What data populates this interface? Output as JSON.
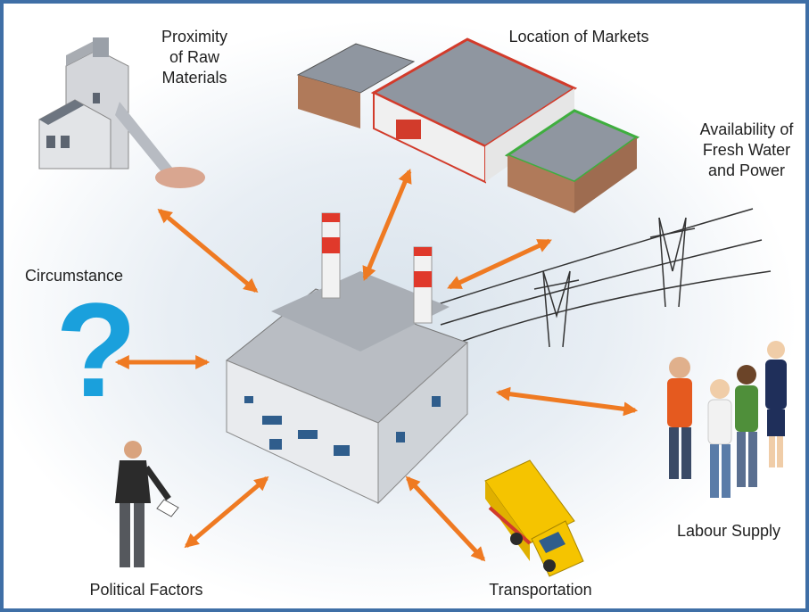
{
  "labels": {
    "raw_materials": [
      "Proximity",
      "of Raw",
      "Materials"
    ],
    "markets": "Location of Markets",
    "water_power": [
      "Availability of",
      "Fresh Water",
      "and Power"
    ],
    "circumstance": "Circumstance",
    "labour": "Labour Supply",
    "political": "Political Factors",
    "transportation": "Transportation"
  },
  "question_mark": "?",
  "colors": {
    "border": "#3f6fa6",
    "arrow": "#ef7a22",
    "question_mark": "#1aa0dc",
    "building": "#c9ccd1",
    "chimney_stripe": "#e0392b"
  }
}
